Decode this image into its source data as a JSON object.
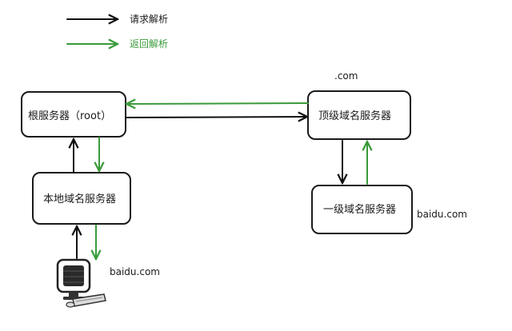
{
  "colors": {
    "request": "#111111",
    "response": "#3a9a3a"
  },
  "legend": {
    "request_label": "请求解析",
    "response_label": "返回解析"
  },
  "nodes": {
    "root": "根服务器（root）",
    "tld": "顶级域名服务器",
    "local": "本地域名服务器",
    "second": "一级域名服务器"
  },
  "notes": {
    "tld_domain": ".com",
    "second_domain": "baidu.com",
    "client_domain": "baidu.com"
  },
  "client": {
    "icon": "computer-icon"
  }
}
